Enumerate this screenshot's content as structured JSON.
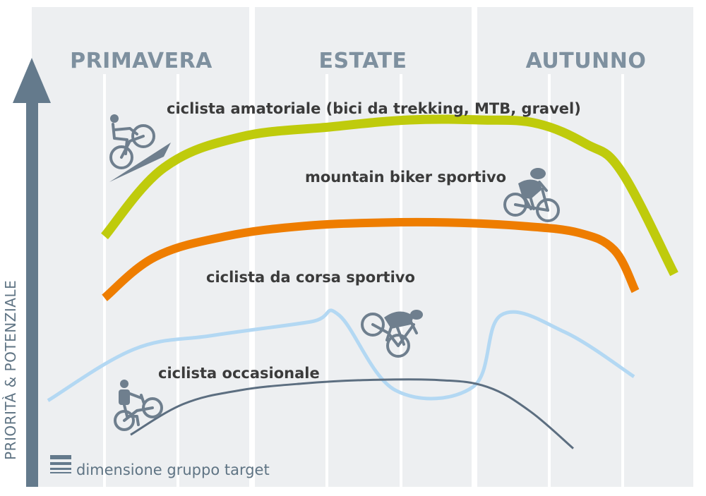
{
  "chart_data": {
    "type": "line",
    "categories": [
      "PRIMAVERA",
      "ESTATE",
      "AUTUNNO"
    ],
    "ylabel": "PRIORITÀ & POTENZIALE",
    "legend_label": "dimensione gruppo target",
    "series": [
      {
        "name": "ciclista amatoriale (bici da trekking, MTB, gravel)",
        "color": "#bfcb0c",
        "weight": 13,
        "values": [
          0.66,
          0.86,
          0.95,
          0.98,
          1.0,
          1.0,
          0.99,
          0.93,
          0.85,
          0.55
        ]
      },
      {
        "name": "mountain biker sportivo",
        "color": "#ee7d00",
        "weight": 12,
        "values": [
          0.48,
          0.6,
          0.66,
          0.69,
          0.7,
          0.7,
          0.69,
          0.67,
          0.62,
          0.5
        ]
      },
      {
        "name": "ciclista da corsa sportivo",
        "color": "#b3d8f3",
        "weight": 5,
        "values": [
          0.18,
          0.33,
          0.37,
          0.41,
          0.43,
          0.21,
          0.22,
          0.43,
          0.38,
          0.25
        ]
      },
      {
        "name": "ciclista occasionale",
        "color": "#5c6e80",
        "weight": 3,
        "values": [
          0.08,
          0.17,
          0.21,
          0.23,
          0.24,
          0.24,
          0.22,
          0.15,
          0.04
        ]
      }
    ]
  },
  "icons": {
    "amatoriale": "cyclist-uphill-icon",
    "mountain": "mountain-biker-icon",
    "corsa": "road-cyclist-icon",
    "occasionale": "casual-cyclist-icon",
    "legend": "stacked-lines-icon"
  }
}
